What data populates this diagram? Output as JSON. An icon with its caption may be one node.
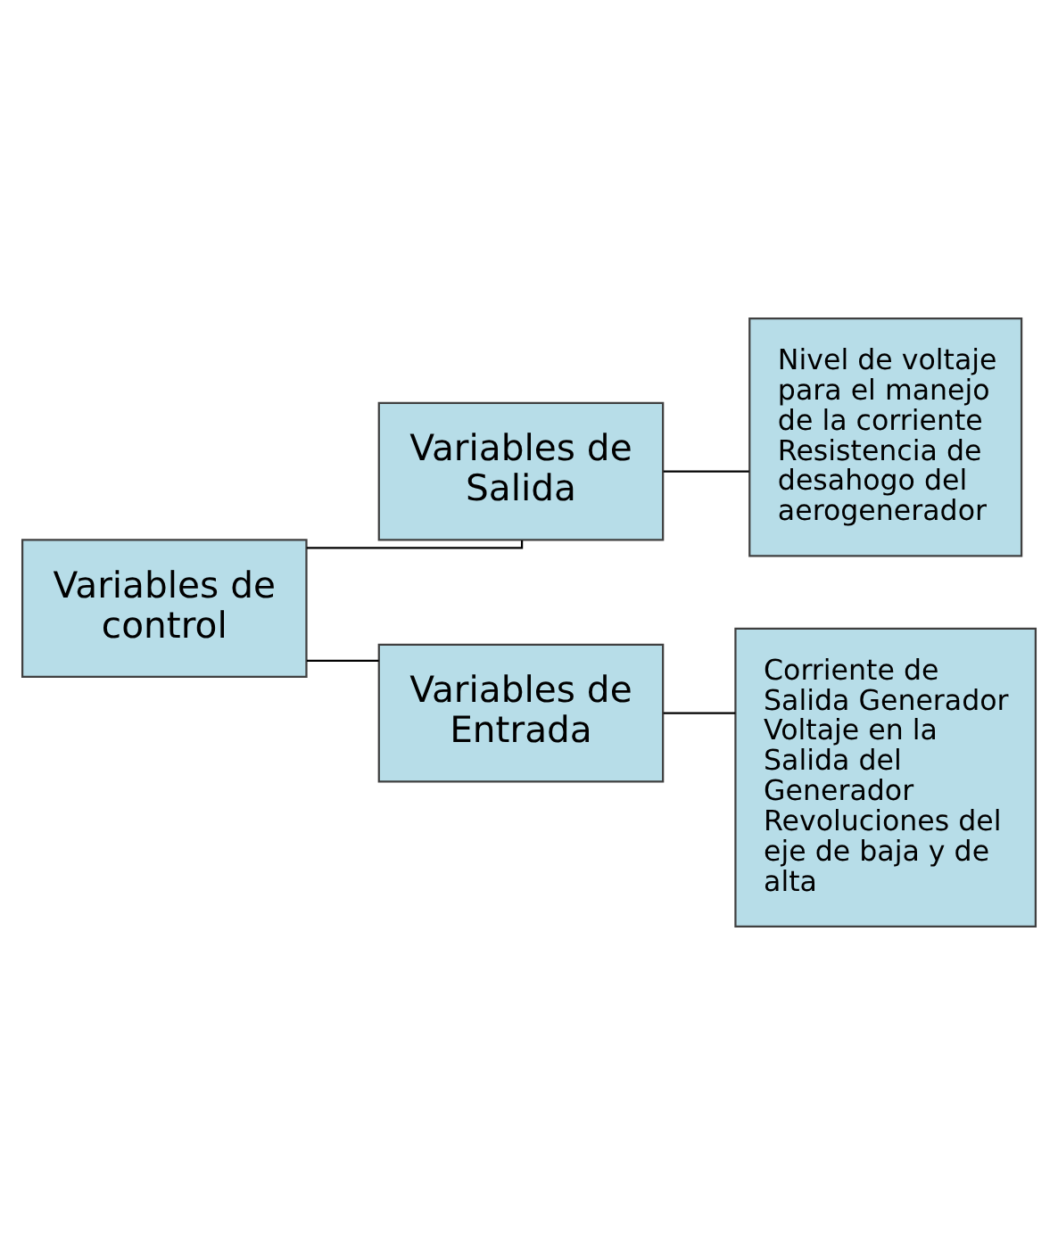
{
  "diagram": {
    "nodes": [
      {
        "text": [
          "Variables de control"
        ]
      },
      {
        "text": [
          "Variables de Salida"
        ]
      },
      {
        "text": [
          "Nivel de voltaje para el manejo de la corriente",
          "Resistencia de desahogo del aerogenerador"
        ]
      },
      {
        "text": [
          "Variables de Entrada"
        ]
      },
      {
        "text": [
          "Corriente de Salida Generador",
          "Voltaje en la Salida del Generador",
          "Revoluciones del eje de baja y de alta"
        ]
      }
    ],
    "edges": [
      {
        "from": 0,
        "to": 1,
        "arrow": "none"
      },
      {
        "from": 0,
        "to": 3,
        "arrow": "none"
      },
      {
        "from": 1,
        "to": 2,
        "arrow": "none"
      },
      {
        "from": 3,
        "to": 4,
        "arrow": "none"
      }
    ]
  }
}
